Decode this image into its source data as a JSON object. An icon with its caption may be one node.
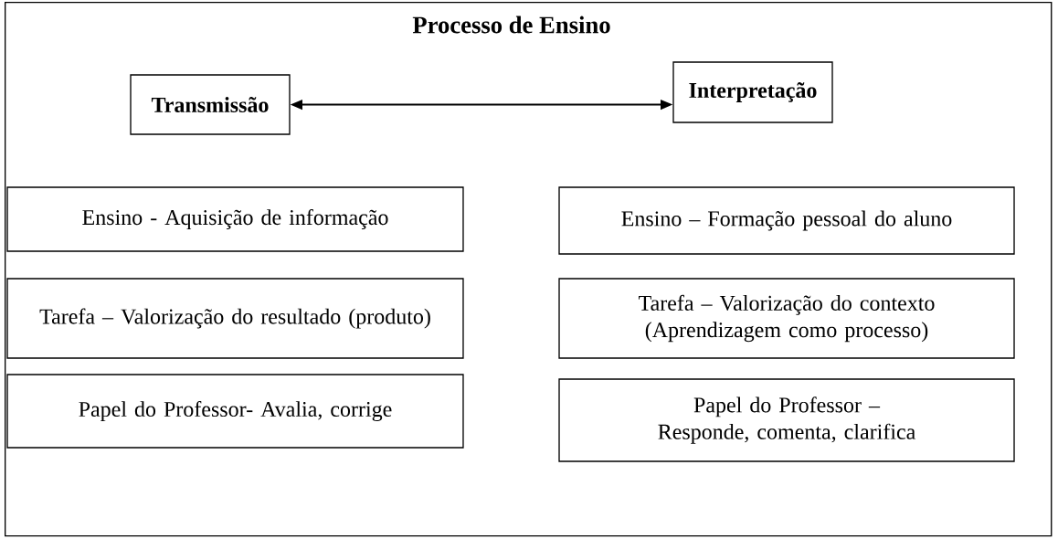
{
  "diagram": {
    "nodes": [
      {
        "text": [
          "Processo de Ensino"
        ]
      },
      {
        "text": [
          "Transmissão"
        ],
        "in": 0
      },
      {
        "text": [
          "Interpretação"
        ],
        "in": 0
      },
      {
        "text": [
          "Ensino - Aquisição de informação"
        ],
        "in": 0
      },
      {
        "text": [
          "Ensino – Formação pessoal do aluno"
        ],
        "in": 0
      },
      {
        "text": [
          "Tarefa – Valorização do resultado (produto)"
        ],
        "in": 0
      },
      {
        "text": [
          "Tarefa – Valorização do contexto (Aprendizagem como processo)"
        ],
        "in": 0
      },
      {
        "text": [
          "Papel do Professor- Avalia, corrige"
        ],
        "in": 0
      },
      {
        "text": [
          "Papel do Professor – Responde, comenta, clarifica"
        ],
        "in": 0
      }
    ],
    "edges": [
      {
        "from": 1,
        "to": 2,
        "arrow": "both"
      }
    ]
  }
}
